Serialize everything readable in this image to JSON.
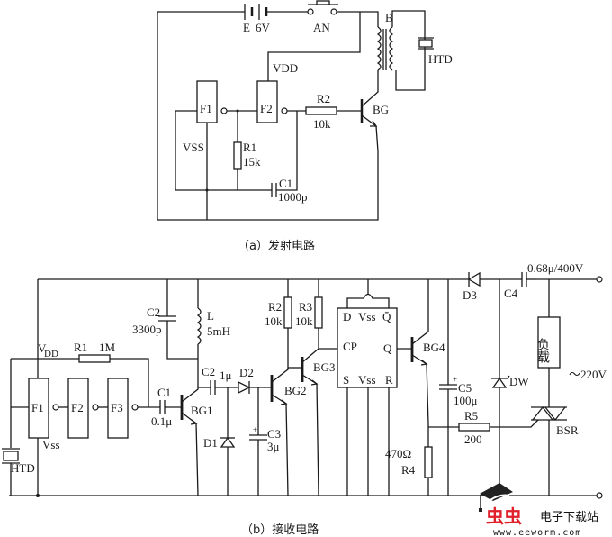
{
  "transmitter": {
    "caption": "（a）发射电路",
    "battery": {
      "name": "E",
      "value": "6V"
    },
    "switch": "AN",
    "transformer": "B",
    "transducer": "HTD",
    "vdd": "VDD",
    "vss": "VSS",
    "gates": [
      "F1",
      "F2"
    ],
    "r1": {
      "name": "R1",
      "value": "15k"
    },
    "r2": {
      "name": "R2",
      "value": "10k"
    },
    "c1": {
      "name": "C1",
      "value": "1000p"
    },
    "transistor": "BG"
  },
  "receiver": {
    "caption": "（b）接收电路",
    "vdd_v": "V",
    "vdd_sub": "DD",
    "vss": "Vss",
    "transducer": "HTD",
    "gates": [
      "F1",
      "F2",
      "F3"
    ],
    "r1": {
      "name": "R1",
      "value": "1M"
    },
    "c1": {
      "name": "C1",
      "value": "0.1μ"
    },
    "c2_tank": {
      "name": "C2",
      "value": "3300p"
    },
    "inductor": {
      "name": "L",
      "value": "5mH"
    },
    "c2": {
      "name": "C2",
      "value": "1μ"
    },
    "d1": "D1",
    "d2": "D2",
    "c3": {
      "name": "C3",
      "value": "3μ"
    },
    "bg1": "BG1",
    "bg2": "BG2",
    "bg3": "BG3",
    "bg4": "BG4",
    "r2": {
      "name": "R2",
      "value": "10k"
    },
    "r3": {
      "name": "R3",
      "value": "10k"
    },
    "flipflop": {
      "d": "D",
      "vss_top": "Vss",
      "qbar": "Q̄",
      "cp": "CP",
      "q": "Q",
      "s": "S",
      "vss_bot": "Vss",
      "r": "R"
    },
    "r4": {
      "name": "R4",
      "value": "470Ω"
    },
    "r5": {
      "name": "R5",
      "value": "200"
    },
    "c5": {
      "name": "C5",
      "value": "100μ"
    },
    "d3": "D3",
    "c4": {
      "name": "C4",
      "value": "0.68μ/400V"
    },
    "zener": "DW",
    "load": "负载",
    "mains": "～220V",
    "triac": "BSR"
  },
  "watermark": {
    "brand": "虫虫",
    "tagline": "电子下载站",
    "url": "www.eeworm.com"
  }
}
